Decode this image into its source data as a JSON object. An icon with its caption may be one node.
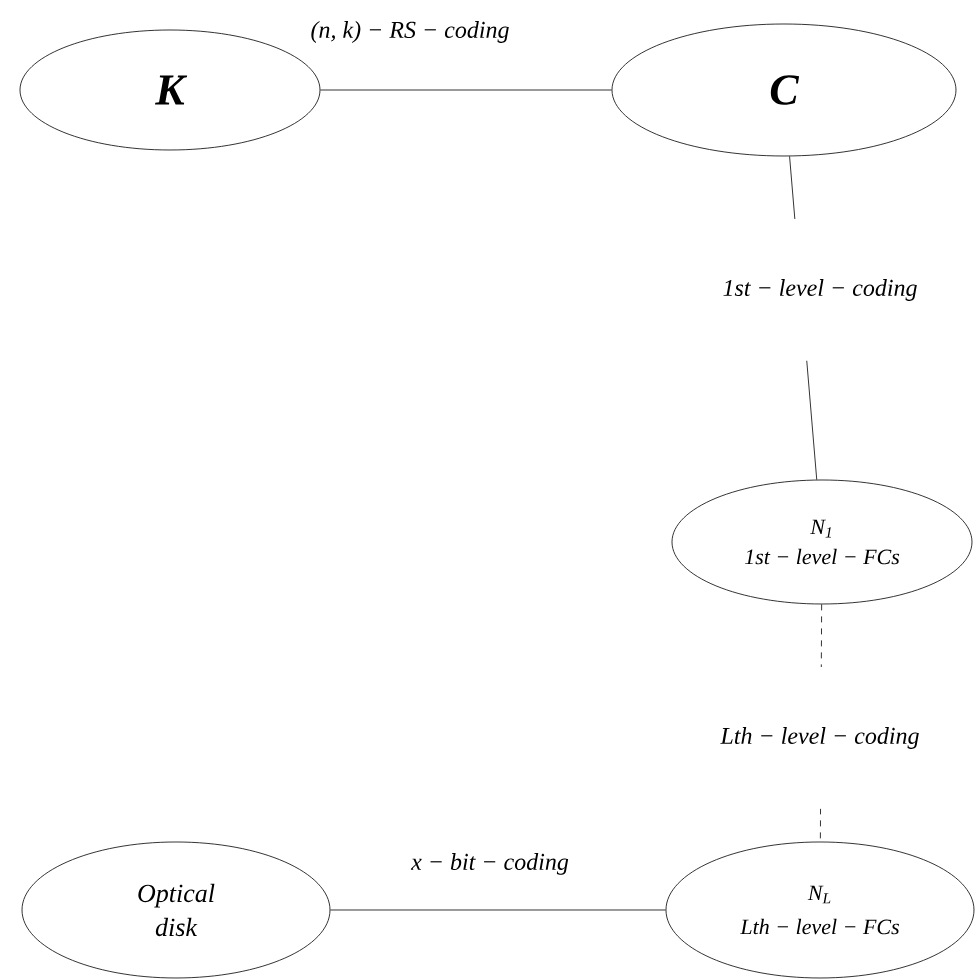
{
  "diagram": {
    "nodes": [
      {
        "text": [
          "K"
        ]
      },
      {
        "text": [
          "C"
        ]
      },
      {
        "text": [
          "N$_{1}$",
          "1st − level − FCs"
        ]
      },
      {
        "text": [
          "N$_{L}$",
          "Lth − level − FCs"
        ]
      },
      {
        "text": [
          "Optical disk"
        ]
      }
    ],
    "edges": [
      {
        "from": 0,
        "to": 1,
        "arrow": "none",
        "label": "(n, k) − RS − coding"
      },
      {
        "from": 1,
        "to": 2,
        "arrow": "none",
        "label": "1st − level − coding"
      },
      {
        "from": 2,
        "to": 3,
        "arrow": "none",
        "style": "dashed",
        "label": "Lth − level − coding"
      },
      {
        "from": 4,
        "to": 3,
        "arrow": "none",
        "label": "x − bit − coding"
      }
    ]
  }
}
